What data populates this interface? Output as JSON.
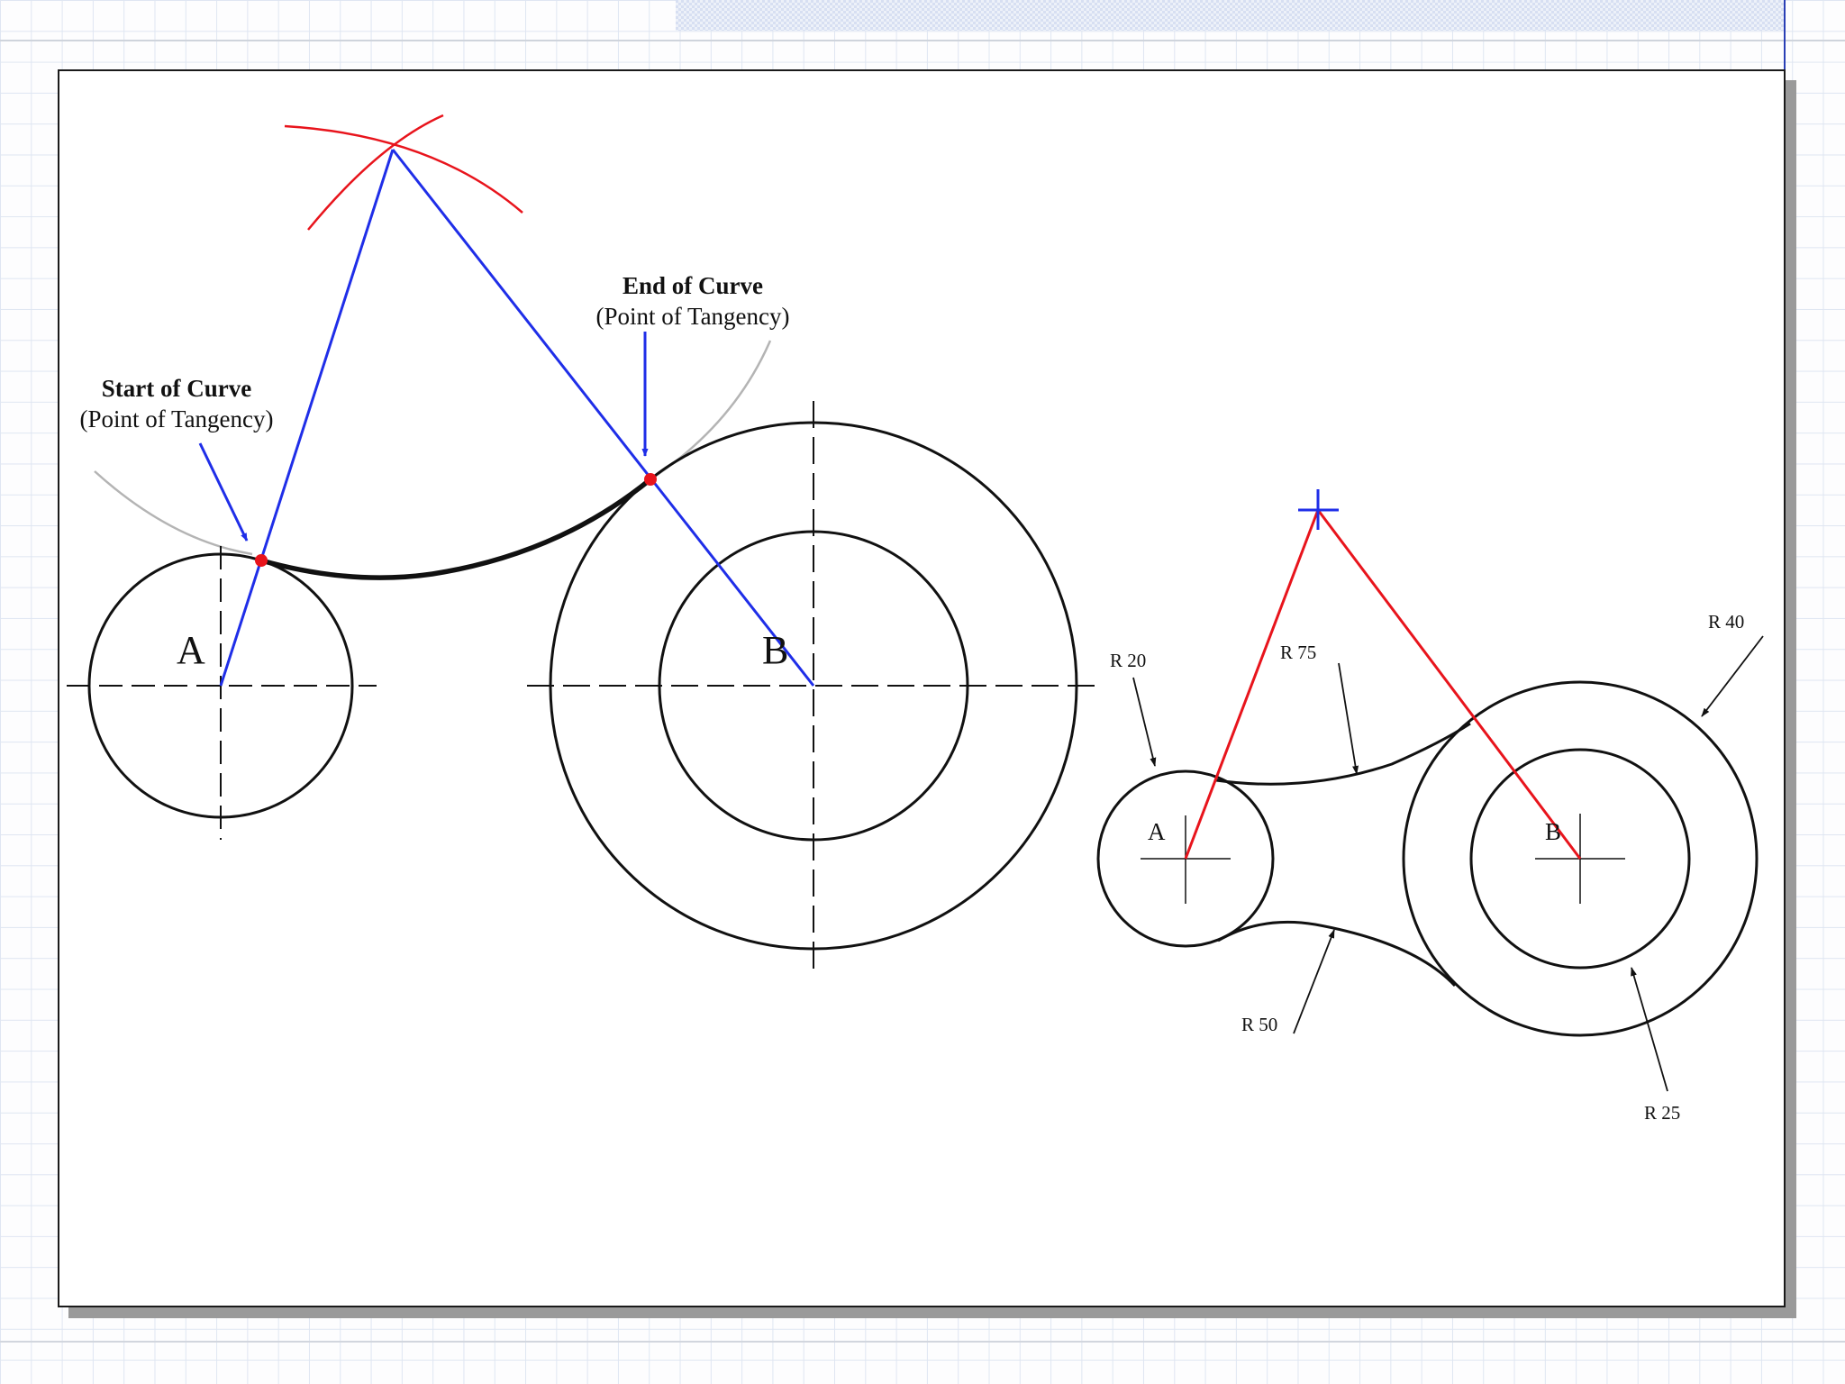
{
  "left_figure": {
    "start_label": "Start of Curve",
    "start_sub": "(Point of Tangency)",
    "end_label": "End of Curve",
    "end_sub": "(Point of Tangency)",
    "center_a": "A",
    "center_b": "B"
  },
  "right_figure": {
    "center_a": "A",
    "center_b": "B",
    "r20": "R 20",
    "r75": "R 75",
    "r40": "R 40",
    "r50": "R 50",
    "r25": "R 25"
  },
  "colors": {
    "construction_blue": "#1f2ee8",
    "construction_red": "#e8141c",
    "tangent_point": "#e8141c",
    "guide_gray": "#b4b4b4"
  }
}
